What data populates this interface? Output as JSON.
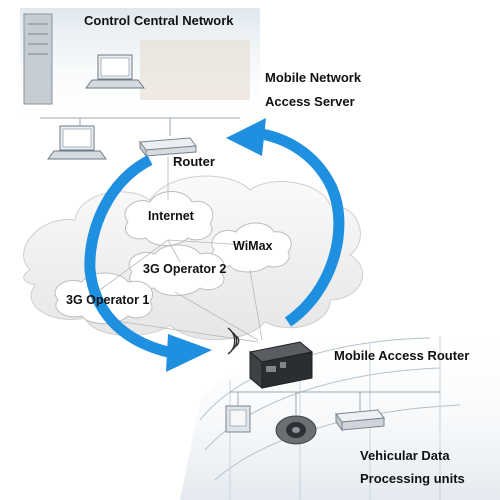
{
  "labels": {
    "control_central_network": "Control Central Network",
    "mobile_network_access_server_line1": "Mobile Network",
    "mobile_network_access_server_line2": "Access Server",
    "router": "Router",
    "internet": "Internet",
    "wimax": "WiMax",
    "operator_2": "3G Operator 2",
    "operator_1": "3G Operator 1",
    "mobile_access_router": "Mobile  Access Router",
    "vehicular_data_line1": "Vehicular Data",
    "vehicular_data_line2": "Processing units"
  },
  "colors": {
    "arrow": "#1f8fe0",
    "cloud_fill": "#f2f2f2",
    "cloud_stroke": "#c9c9c9",
    "wire": "#9aa6b2",
    "device": "#d9dde2",
    "dark_router": "#2b2b2b"
  }
}
